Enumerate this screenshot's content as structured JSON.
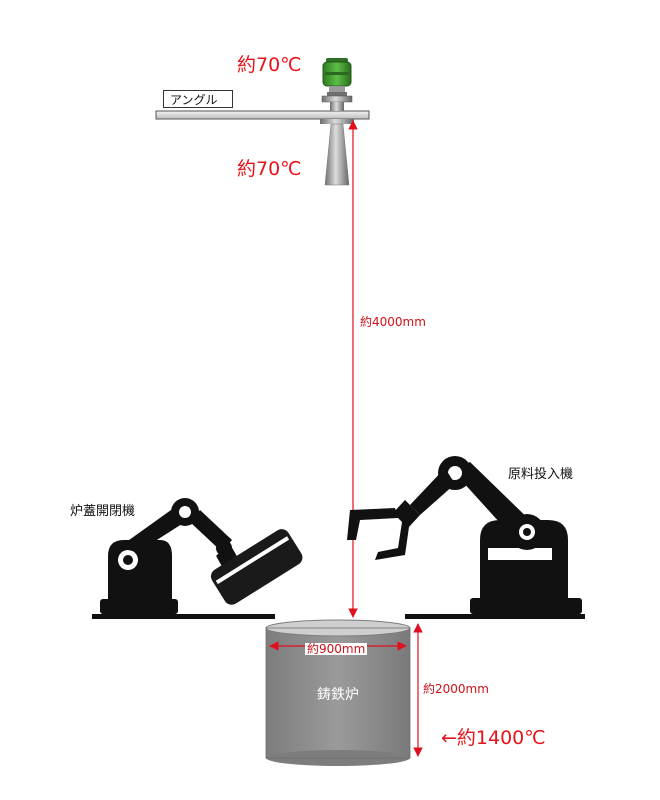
{
  "labels": {
    "angle": "アングル",
    "temp_sensor": "約70℃",
    "temp_horn": "約70℃",
    "distance": "約4000mm",
    "lid_machine": "炉蓋開閉機",
    "feeder_machine": "原料投入機",
    "furnace_width": "約900mm",
    "furnace": "鋳鉄炉",
    "furnace_height": "約2000mm",
    "melt_temp": "←約1400℃"
  },
  "colors": {
    "dimension": "#e01020",
    "sensor_green": "#3e9a2e",
    "furnace_gray": "#888888",
    "robot": "#111111"
  }
}
